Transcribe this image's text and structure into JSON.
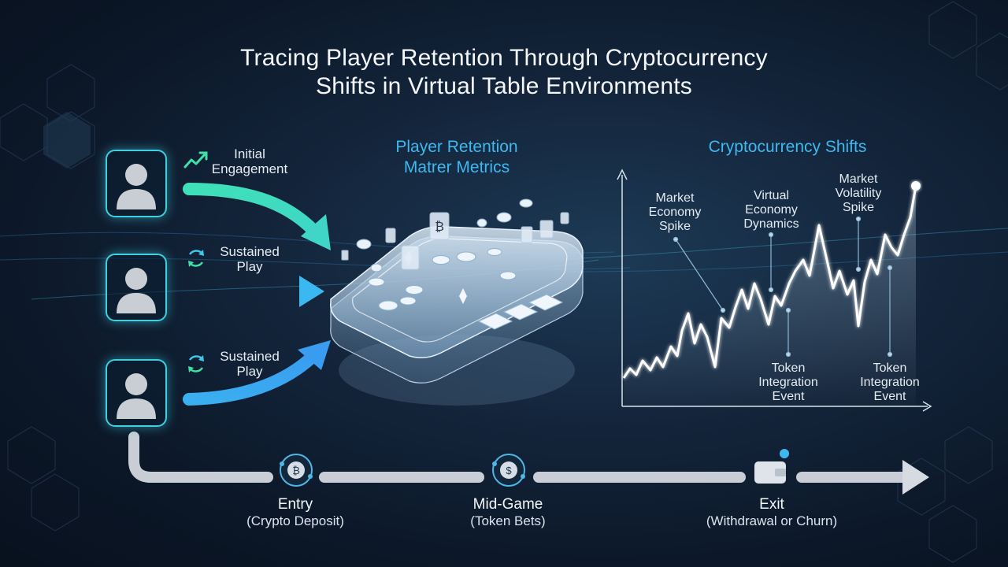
{
  "title": {
    "line1": "Tracing Player Retention Through Cryptocurrency",
    "line2": "Shifts in Virtual Table Environments"
  },
  "sections": {
    "retention": {
      "line1": "Player Retention",
      "line2": "Matrer Metrics"
    },
    "crypto": "Cryptocurrency Shifts"
  },
  "players": [
    {
      "stage_line1": "Initial",
      "stage_line2": "Engagement",
      "icon": "trend-up-icon"
    },
    {
      "stage_line1": "Sustained",
      "stage_line2": "Play",
      "icon": "cycle-icon"
    },
    {
      "stage_line1": "Sustained",
      "stage_line2": "Play",
      "icon": "cycle-icon"
    }
  ],
  "chart_annotations": {
    "market_economy": [
      "Market",
      "Economy",
      "Spike"
    ],
    "virtual_economy": [
      "Virtual",
      "Economy",
      "Dynamics"
    ],
    "market_volatility": [
      "Market",
      "Volatility",
      "Spike"
    ],
    "token_event_1": [
      "Token",
      "Integration",
      "Event"
    ],
    "token_event_2": [
      "Token",
      "Integration",
      "Event"
    ]
  },
  "timeline": [
    {
      "name": "Entry",
      "sub": "(Crypto Deposit)",
      "icon": "bitcoin-coin-icon"
    },
    {
      "name": "Mid-Game",
      "sub": "(Token Bets)",
      "icon": "token-coin-icon"
    },
    {
      "name": "Exit",
      "sub": "(Withdrawal or Churn)",
      "icon": "wallet-icon"
    }
  ],
  "colors": {
    "accent_cyan": "#3fb8f0",
    "accent_teal": "#3fe0b8",
    "arrow_blue": "#3aa8f0",
    "timeline_gray": "#c9ced6"
  }
}
